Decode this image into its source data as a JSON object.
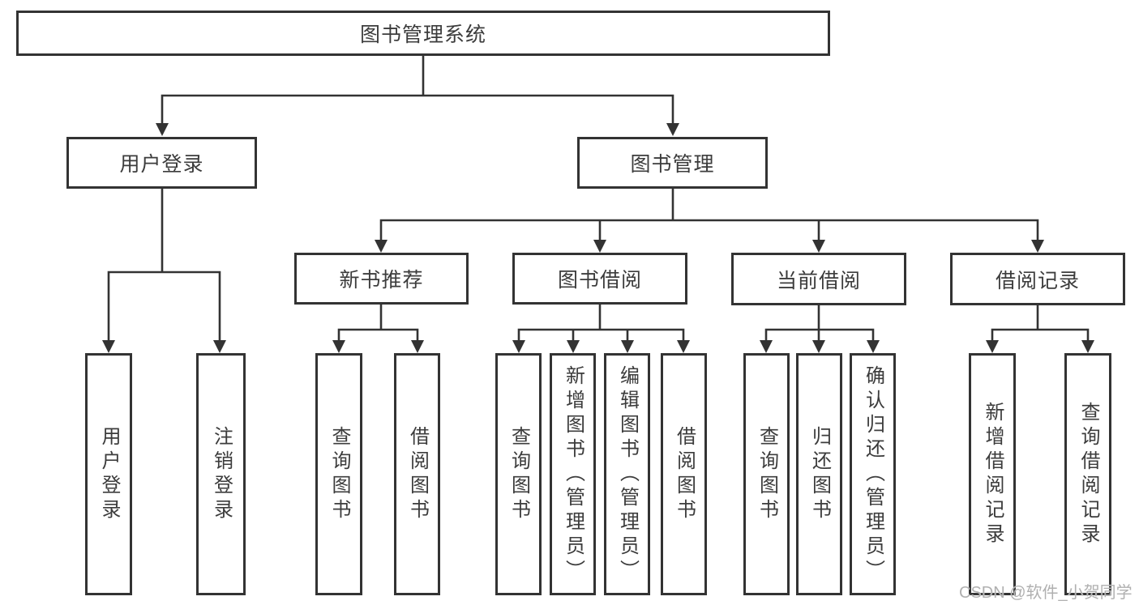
{
  "nodes": {
    "system": "图书管理系统",
    "user_login_group": "用户登录",
    "book_management_group": "图书管理",
    "new_book_recommend": "新书推荐",
    "book_borrow": "图书借阅",
    "current_borrow": "当前借阅",
    "borrow_record": "借阅记录",
    "user_login": "用户登录",
    "logout": "注销登录",
    "query_book_1": "查询图书",
    "borrow_book_1": "借阅图书",
    "query_book_2": "查询图书",
    "add_book_admin": "新增图书（管理员）",
    "edit_book_admin": "编辑图书（管理员）",
    "borrow_book_2": "借阅图书",
    "query_book_3": "查询图书",
    "return_book": "归还图书",
    "confirm_return_admin": "确认归还（管理员）",
    "add_borrow_record": "新增借阅记录",
    "query_borrow_record": "查询借阅记录"
  },
  "colors": {
    "line": "#333333",
    "box_border": "#333333",
    "text": "#3c3c3c",
    "watermark": "#b0b0b0"
  },
  "watermark": "CSDN @软件_小贺同学"
}
